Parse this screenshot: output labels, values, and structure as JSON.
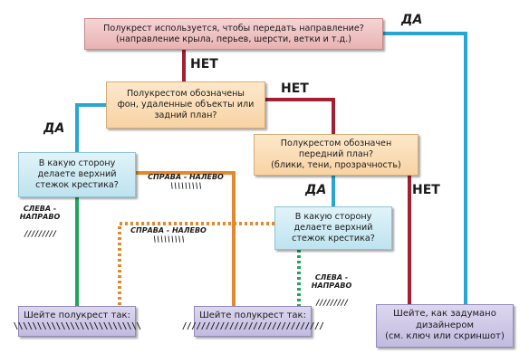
{
  "nodes": {
    "top": "Полукрест используется, чтобы передать направление?\n(направление крыла, перьев, шерсти, ветки и т.д.)",
    "background": "Полукрестом обозначены\nфон, удаленные объекты или\nзадний план?",
    "foreground": "Полукрестом обозначен\nпередний план?\n(блики, тени, прозрачность)",
    "direction_left": "В какую сторону\nделаете верхний\nстежок крестика?",
    "direction_mid": "В какую сторону\nделаете верхний\nстежок крестика?",
    "result1_text": "Шейте полукрест так:",
    "result1_pattern": "\\\\\\\\\\\\\\\\\\\\\\\\\\\\\\\\\\\\\\\\\\\\\\\\\\\\\\",
    "result2_text": "Шейте полукрест так:",
    "result2_pattern": "//////////////////////////////",
    "result3": "Шейте, как задумано\nдизайнером\n(см. ключ или скриншот)"
  },
  "labels": {
    "yes_top": "ДА",
    "no_top": "НЕТ",
    "yes_left": "ДА",
    "no_mid": "НЕТ",
    "yes_mid": "ДА",
    "no_right": "НЕТ",
    "right_to_left_1": "СПРАВА - НАЛЕВО",
    "right_to_left_2": "СПРАВА - НАЛЕВО",
    "left_to_right_1": "СЛЕВА -\nНАПРАВО",
    "left_to_right_2": "СЛЕВА -\nНАПРАВО",
    "hatch_back": "\\\\\\\\\\\\\\\\\\",
    "hatch_fwd": "/////////"
  },
  "colors": {
    "blue": "#27a6d4",
    "red": "#a31f34",
    "green": "#1fa65a",
    "orange": "#e2892e",
    "purple": "#8e7fc2"
  }
}
